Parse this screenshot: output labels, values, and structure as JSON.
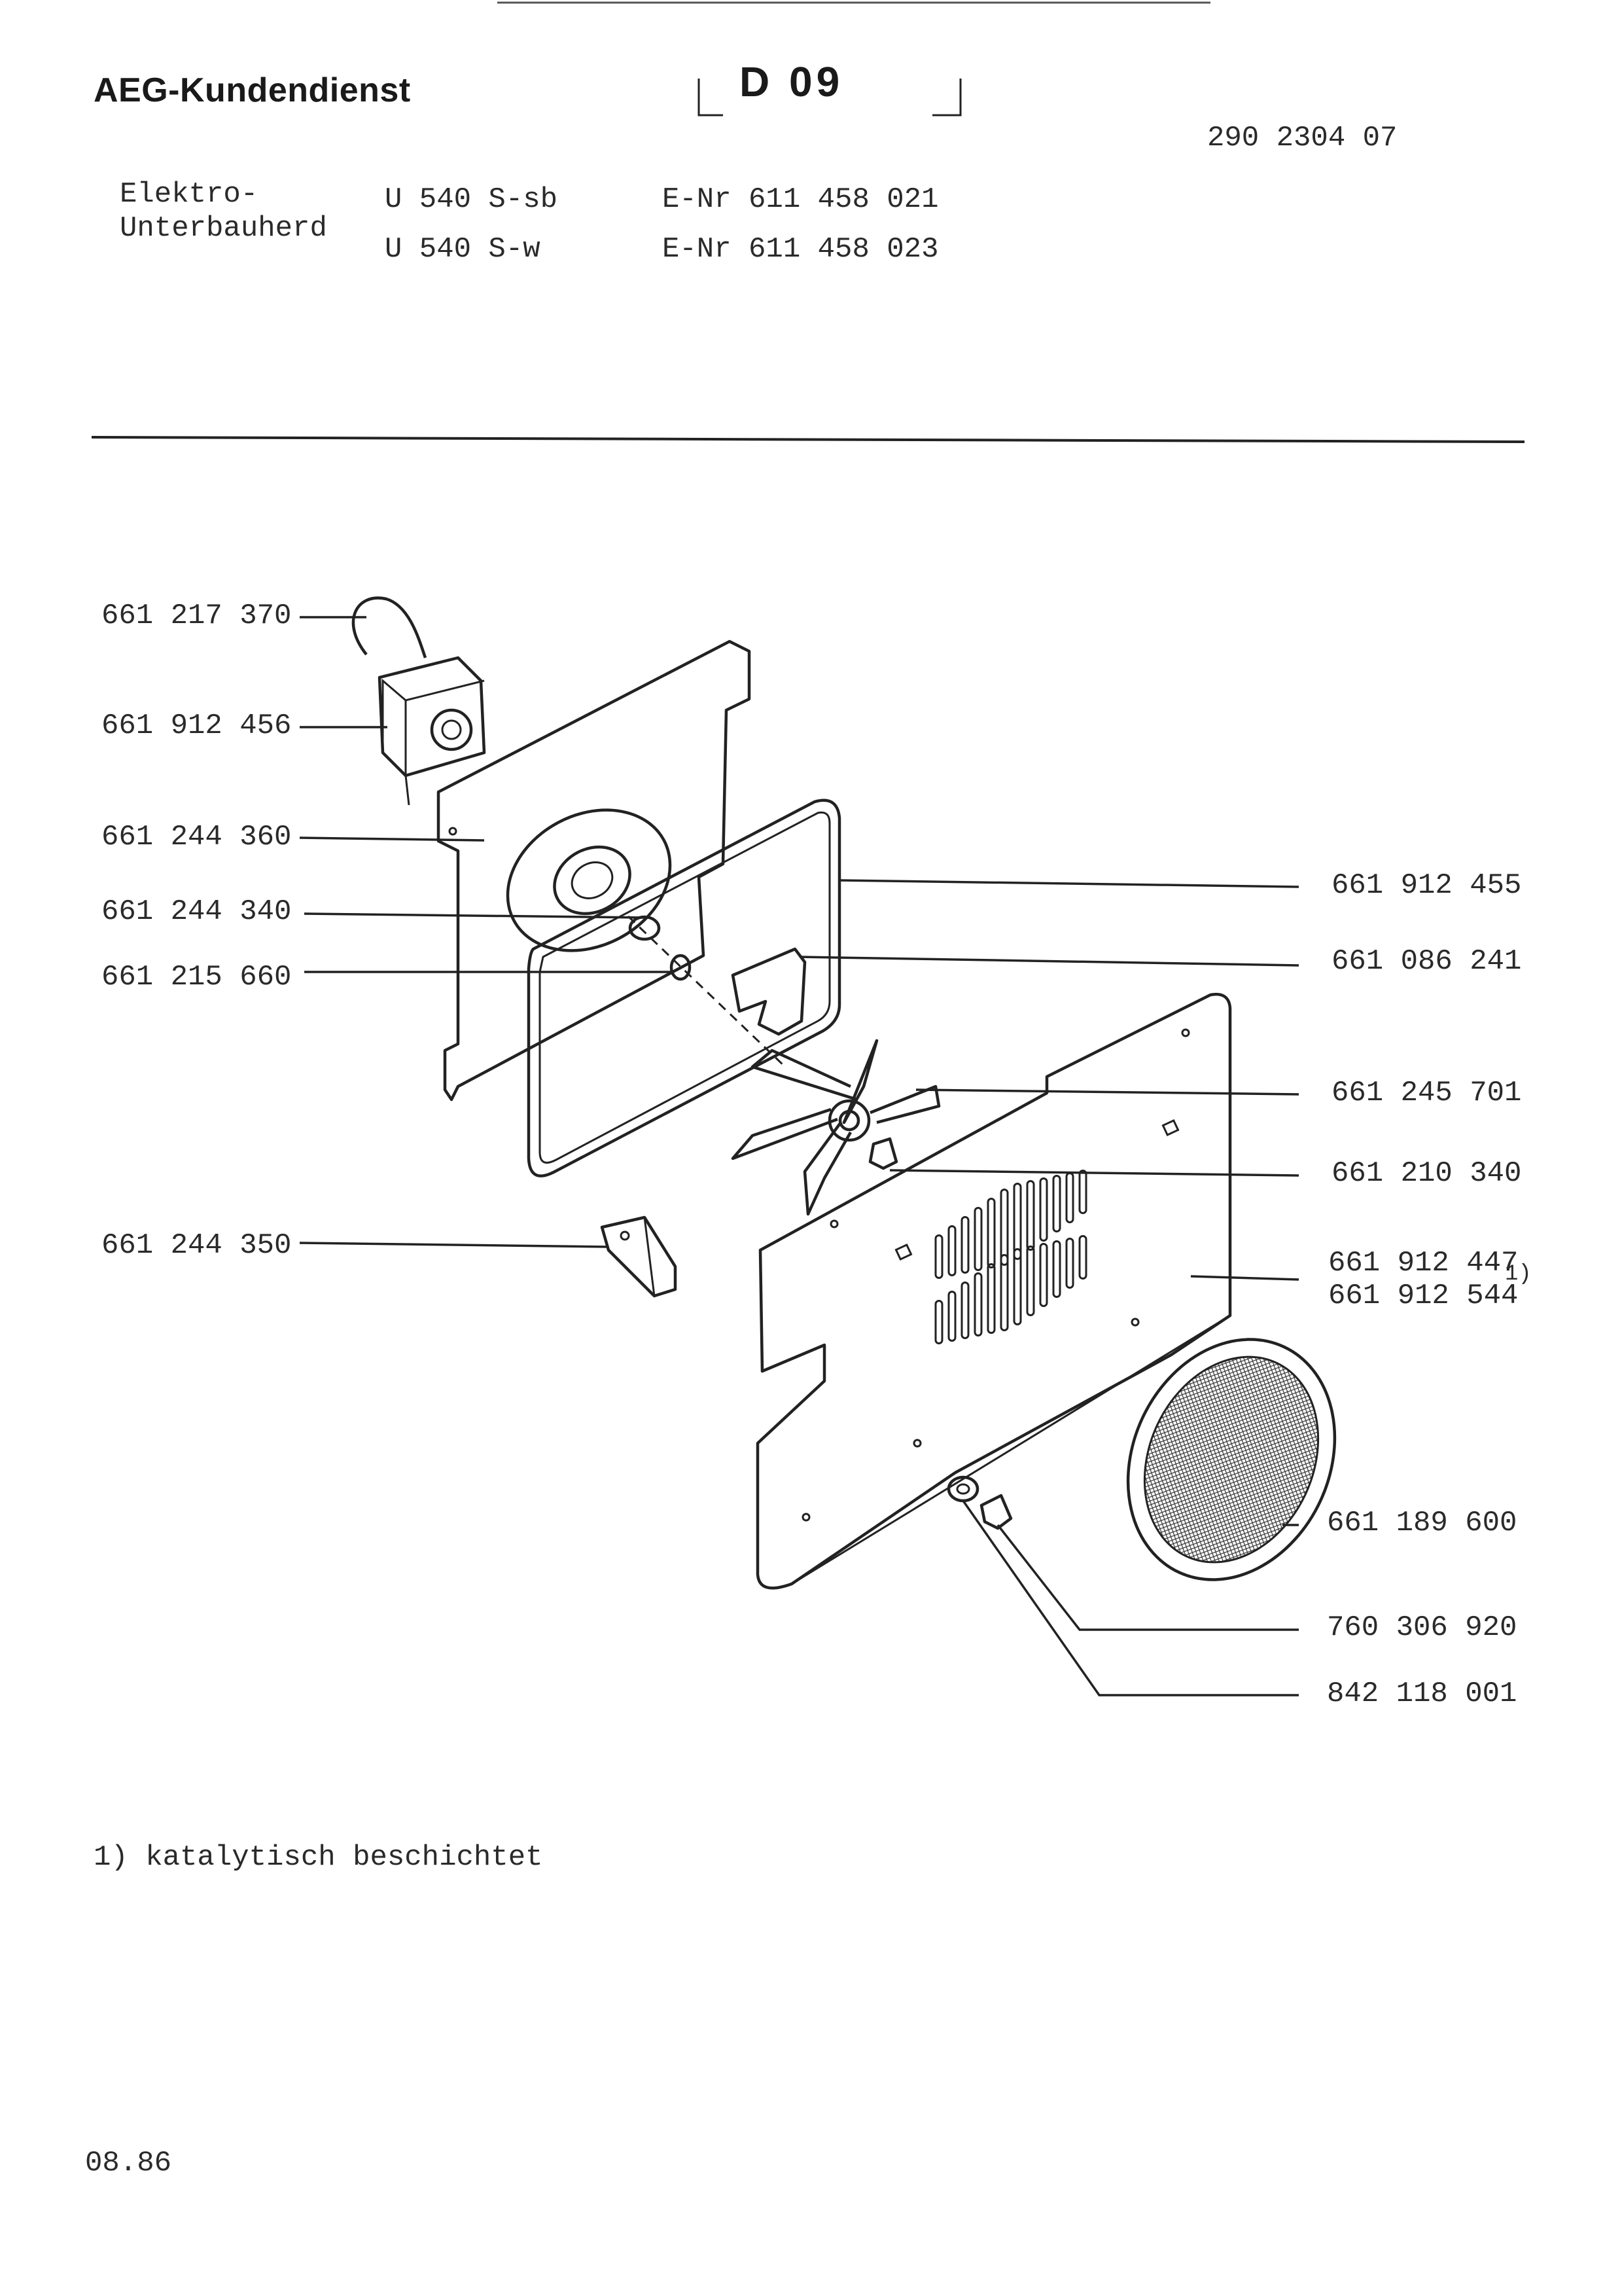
{
  "header": {
    "brand": "AEG-Kundendienst",
    "section_code": "D 09",
    "doc_number": "290 2304 07"
  },
  "appliance": {
    "type_line1": "Elektro-",
    "type_line2": "Unterbauherd",
    "models": [
      "U 540 S-sb",
      "U 540 S-w"
    ],
    "enr": [
      "E-Nr 611 458 021",
      "E-Nr 611 458 023"
    ]
  },
  "parts_left": [
    "661 217 370",
    "661 912 456",
    "661 244 360",
    "661 244 340",
    "661 215 660",
    "661 244 350"
  ],
  "parts_right": [
    "661 912 455",
    "661 086 241",
    "661 245 701",
    "661 210 340",
    "661 912 447",
    "661 912 544",
    "661 189 600",
    "760 306 920",
    "842 118 001"
  ],
  "footnote_marker": "1)",
  "footnote": "1) katalytisch beschichtet",
  "date": "08.86"
}
